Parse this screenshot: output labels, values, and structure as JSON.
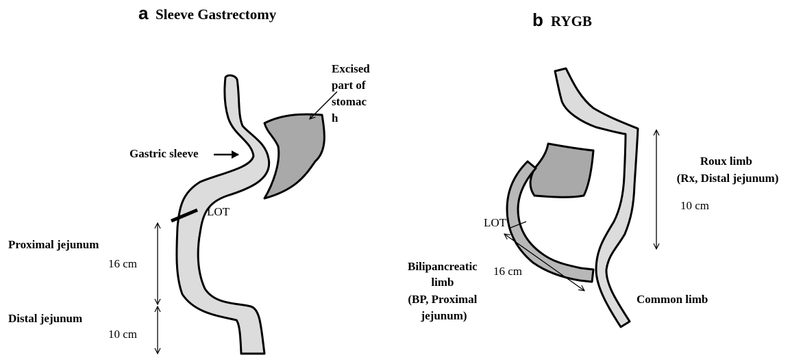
{
  "panel_a": {
    "letter": "a",
    "title": "Sleeve Gastrectomy",
    "excised_label": [
      "Excised",
      "part of",
      "stomac",
      "h"
    ],
    "gastric_sleeve_label": "Gastric sleeve",
    "lot_label": "LOT",
    "proximal_label": "Proximal  jejunum",
    "proximal_length": "16 cm",
    "distal_label": "Distal jejunum",
    "distal_length": "10 cm"
  },
  "panel_b": {
    "letter": "b",
    "title": "RYGB",
    "roux_label": [
      "Roux limb",
      "(Rx, Distal jejunum)"
    ],
    "roux_length": "10 cm",
    "lot_label": "LOT",
    "bp_label": [
      "Bilipancreatic",
      "limb",
      "(BP, Proximal",
      "jejunum)"
    ],
    "bp_length": "16 cm",
    "common_label": "Common limb"
  },
  "colors": {
    "sleeve_fill": "#dcdcdc",
    "excised_fill": "#a9a9a9",
    "outline": "#000000"
  }
}
